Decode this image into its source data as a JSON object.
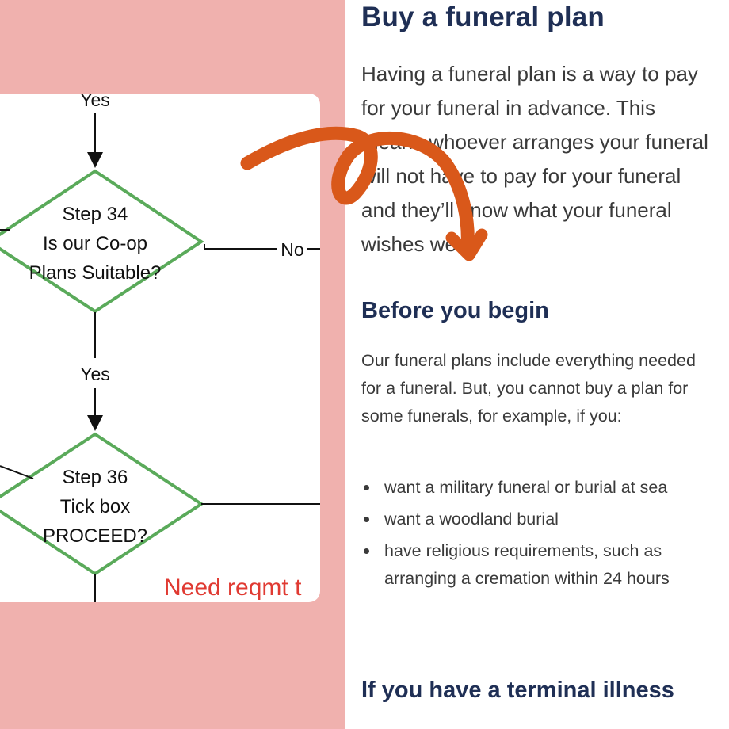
{
  "flowchart": {
    "top_yes": "Yes",
    "step34": {
      "line1": "Step 34",
      "line2": "Is our Co-op",
      "line3": "Plans Suitable?"
    },
    "no_label": "No",
    "mid_yes": "Yes",
    "step36": {
      "line1": "Step 36",
      "line2": "Tick box",
      "line3": "PROCEED?"
    },
    "note": "Need reqmt t"
  },
  "article": {
    "title": "Buy a funeral plan",
    "intro": "Having a funeral plan is a way to pay for your funeral in advance. This means whoever arranges your funeral will not have to pay for your funeral and they’ll know what your funeral wishes were.",
    "before_heading": "Before you begin",
    "before_text": "Our funeral plans include everything needed for a funeral. But, you cannot buy a plan for some funerals, for example, if you:",
    "requirements": [
      "want a military funeral or burial at sea",
      "want a woodland burial",
      "have religious requirements, such as arranging a cremation within 24 hours"
    ],
    "terminal_heading": "If you have a terminal illness"
  },
  "colors": {
    "background": "#f0b1ae",
    "heading": "#1f2f55",
    "diamond_stroke": "#5aaa5a",
    "note_text": "#e03a32",
    "arrow": "#d9581a"
  }
}
